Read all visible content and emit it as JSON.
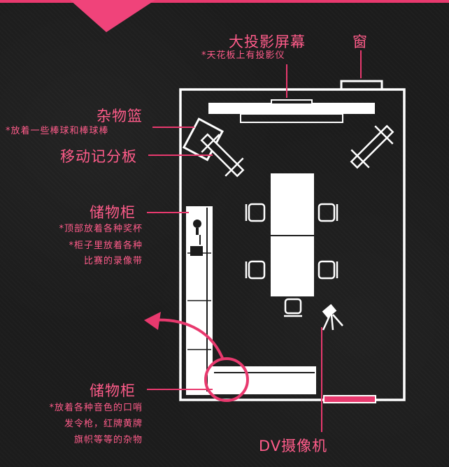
{
  "colors": {
    "accent": "#e8396e",
    "line": "#ffffff",
    "background": "#1c1c1c"
  },
  "labels": {
    "projector_title": "大投影屏幕",
    "projector_note": "*天花板上有投影仪",
    "window": "窗",
    "basket_title": "杂物篮",
    "basket_note": "*放着一些棒球和棒球棒",
    "scoreboard": "移动记分板",
    "cabinet1_title": "储物柜",
    "cabinet1_note1": "*顶部放着各种奖杯",
    "cabinet1_note2": "*柜子里放着各种",
    "cabinet1_note3": "比赛的录像带",
    "cabinet2_title": "储物柜",
    "cabinet2_note1": "*放着各种音色的口哨",
    "cabinet2_note2": "发令枪，红牌黄牌",
    "cabinet2_note3": "旗帜等等的杂物",
    "dv_camera": "DV摄像机"
  }
}
